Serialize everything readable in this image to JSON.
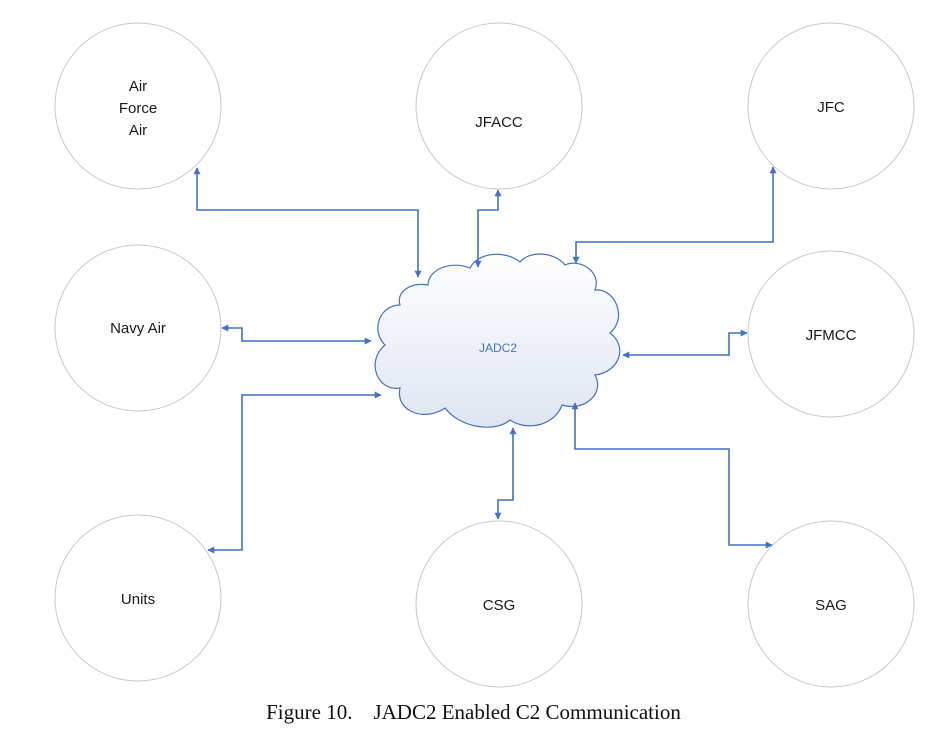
{
  "colors": {
    "connector": "#4472c4",
    "node_border": "#c8c8c8",
    "cloud_border": "#4472c4",
    "cloud_label": "#4472c4"
  },
  "hub": {
    "label": "JADC2"
  },
  "nodes": {
    "air_force_air": [
      "Air",
      "Force",
      "Air"
    ],
    "jfacc": "JFACC",
    "jfc": "JFC",
    "navy_air": "Navy Air",
    "jfmcc": "JFMCC",
    "units": "Units",
    "csg": "CSG",
    "sag": "SAG"
  },
  "caption": {
    "number": "Figure 10.",
    "text": "JADC2 Enabled C2 Communication"
  }
}
